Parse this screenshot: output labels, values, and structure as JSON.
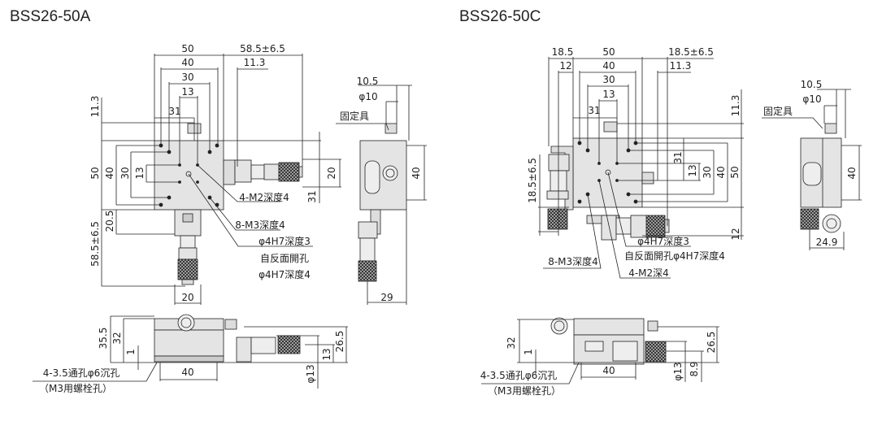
{
  "titles": {
    "a": "BSS26-50A",
    "c": "BSS26-50C"
  },
  "a": {
    "top": {
      "w50": "50",
      "travel": "58.5±6.5",
      "w40": "40",
      "d11_3": "11.3",
      "w30": "30",
      "w13": "13",
      "d31": "31"
    },
    "left": {
      "h11_3": "11.3",
      "h50": "50",
      "h40": "40",
      "h30": "30",
      "h13": "13",
      "h20_5": "20.5",
      "travel": "58.5±6.5"
    },
    "right": {
      "h20": "20",
      "h31": "31"
    },
    "notes": {
      "m2": "4-M2深度4",
      "m3": "8-M3深度4",
      "h7_3": "φ4H7深度3",
      "back": "自反面開孔",
      "h7_4": "φ4H7深度4"
    },
    "bottom20": "20",
    "side": {
      "d10_5": "10.5",
      "phi10": "φ10",
      "fixture": "固定具",
      "h40": "40",
      "w29": "29"
    },
    "front": {
      "h35_5": "35.5",
      "h32": "32",
      "h1": "1",
      "holes": "4-3.5通孔φ6沉孔",
      "bolts": "（M3用螺栓孔）",
      "w40": "40",
      "h26_5": "26.5",
      "h13": "13",
      "phi13": "φ13"
    }
  },
  "c": {
    "top": {
      "d18_5": "18.5",
      "w50": "50",
      "travel": "18.5±6.5",
      "d12": "12",
      "w40": "40",
      "d11_3": "11.3",
      "w30": "30",
      "w13": "13",
      "d31": "31"
    },
    "left": {
      "travel": "18.5±6.5"
    },
    "right": {
      "h11_3": "11.3",
      "h31": "31",
      "h13": "13",
      "h30": "30",
      "h40": "40",
      "h50": "50",
      "h12": "12"
    },
    "notes": {
      "h7_3": "φ4H7深度3",
      "back": "自反面開孔φ4H7深度4",
      "m3": "8-M3深度4",
      "m2": "4-M2深4"
    },
    "side": {
      "d10_5": "10.5",
      "phi10": "φ10",
      "fixture": "固定具",
      "h40": "40",
      "w24_9": "24.9"
    },
    "front": {
      "h32": "32",
      "h1": "1",
      "holes": "4-3.5通孔φ6沉孔",
      "bolts": "（M3用螺栓孔）",
      "w40": "40",
      "h26_5": "26.5",
      "phi13": "φ13",
      "h8_9": "8.9"
    }
  }
}
